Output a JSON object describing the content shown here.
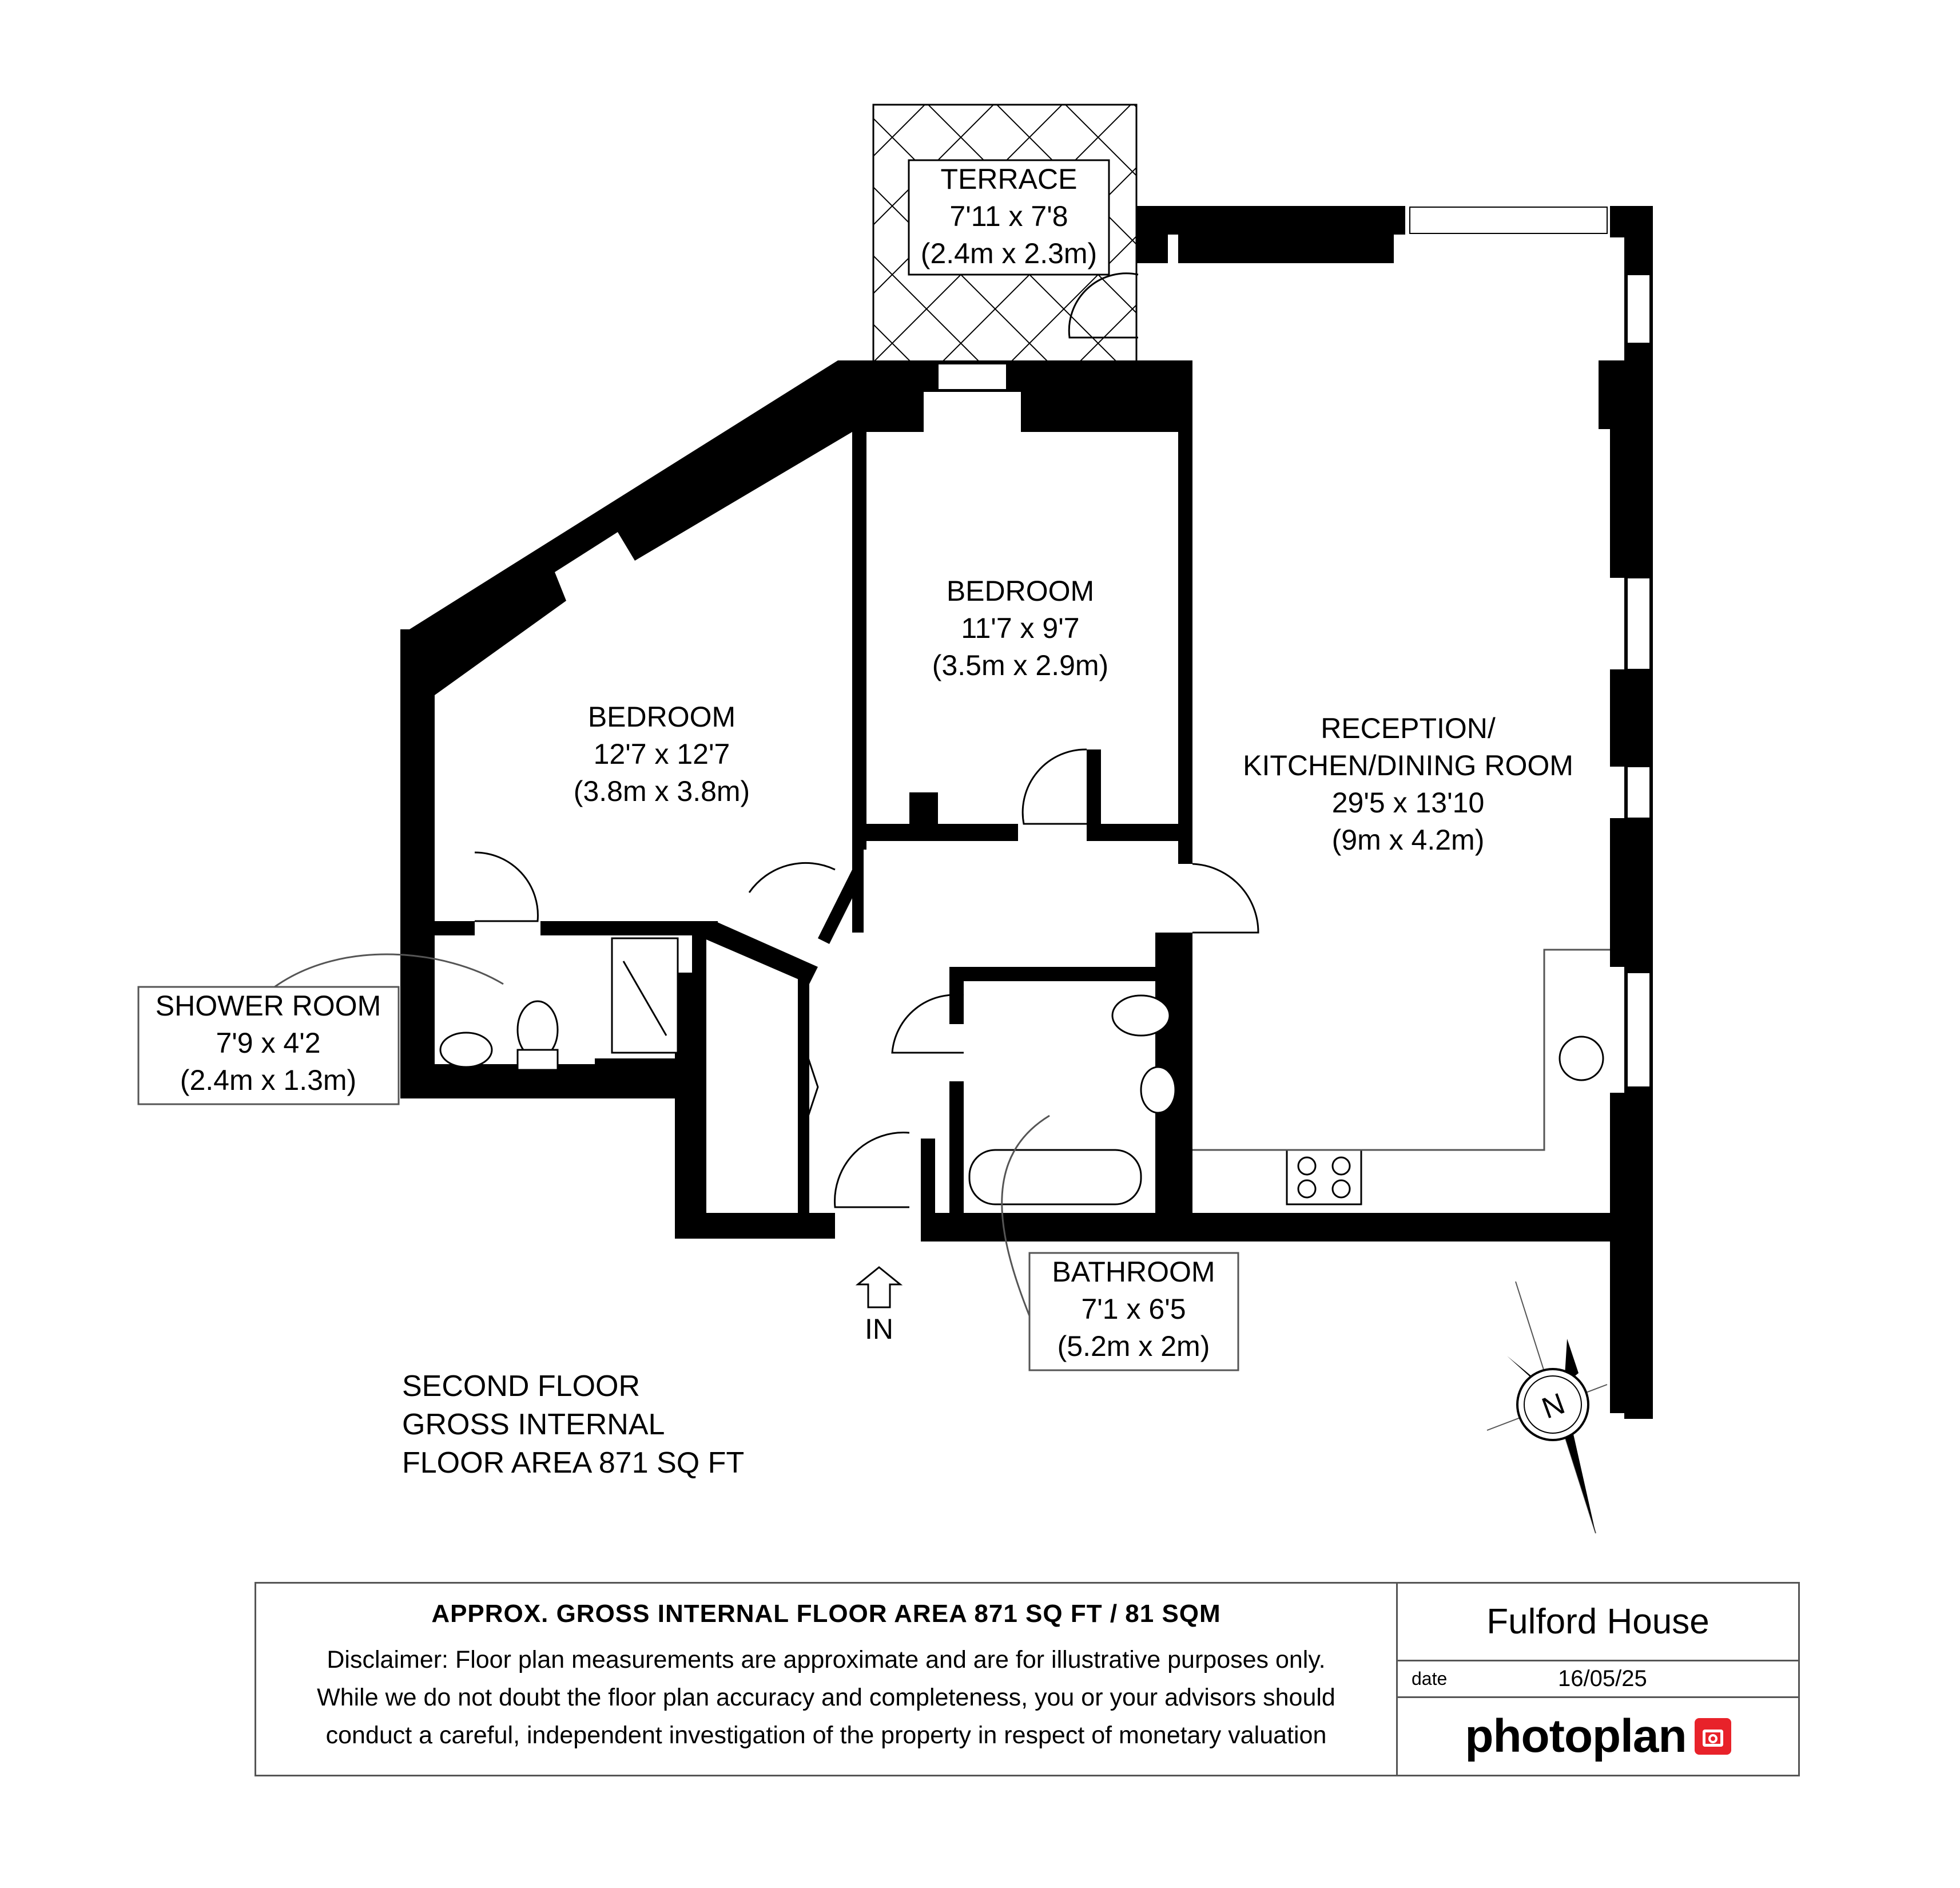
{
  "rooms": {
    "terrace": {
      "name": "TERRACE",
      "dims": "7'11 x 7'8",
      "metric": "(2.4m x 2.3m)"
    },
    "bedroom1": {
      "name": "BEDROOM",
      "dims": "12'7 x 12'7",
      "metric": "(3.8m x 3.8m)"
    },
    "bedroom2": {
      "name": "BEDROOM",
      "dims": "11'7 x 9'7",
      "metric": "(3.5m x 2.9m)"
    },
    "reception": {
      "name_line1": "RECEPTION/",
      "name_line2": "KITCHEN/DINING ROOM",
      "dims": "29'5 x 13'10",
      "metric": "(9m x 4.2m)"
    },
    "shower": {
      "name": "SHOWER ROOM",
      "dims": "7'9 x 4'2",
      "metric": "(2.4m x 1.3m)"
    },
    "bathroom": {
      "name": "BATHROOM",
      "dims": "7'1 x 6'5",
      "metric": "(5.2m x 2m)"
    }
  },
  "entrance": "IN",
  "compass": "N",
  "floor_info": {
    "line1": "SECOND FLOOR",
    "line2": "GROSS INTERNAL",
    "line3": "FLOOR AREA 871 SQ FT"
  },
  "footer": {
    "heading": "APPROX. GROSS INTERNAL FLOOR AREA 871 SQ FT / 81 SQM",
    "disclaimer_line1": "Disclaimer: Floor plan measurements are approximate and are for illustrative purposes only.",
    "disclaimer_line2": "While we do not doubt the floor plan accuracy and completeness, you or your advisors should",
    "disclaimer_line3": "conduct a careful, independent investigation of the property in respect of monetary valuation",
    "property_name": "Fulford House",
    "date_label": "date",
    "date_value": "16/05/25",
    "brand": "photoplan",
    "brand_logo_icon": "camera-icon"
  }
}
